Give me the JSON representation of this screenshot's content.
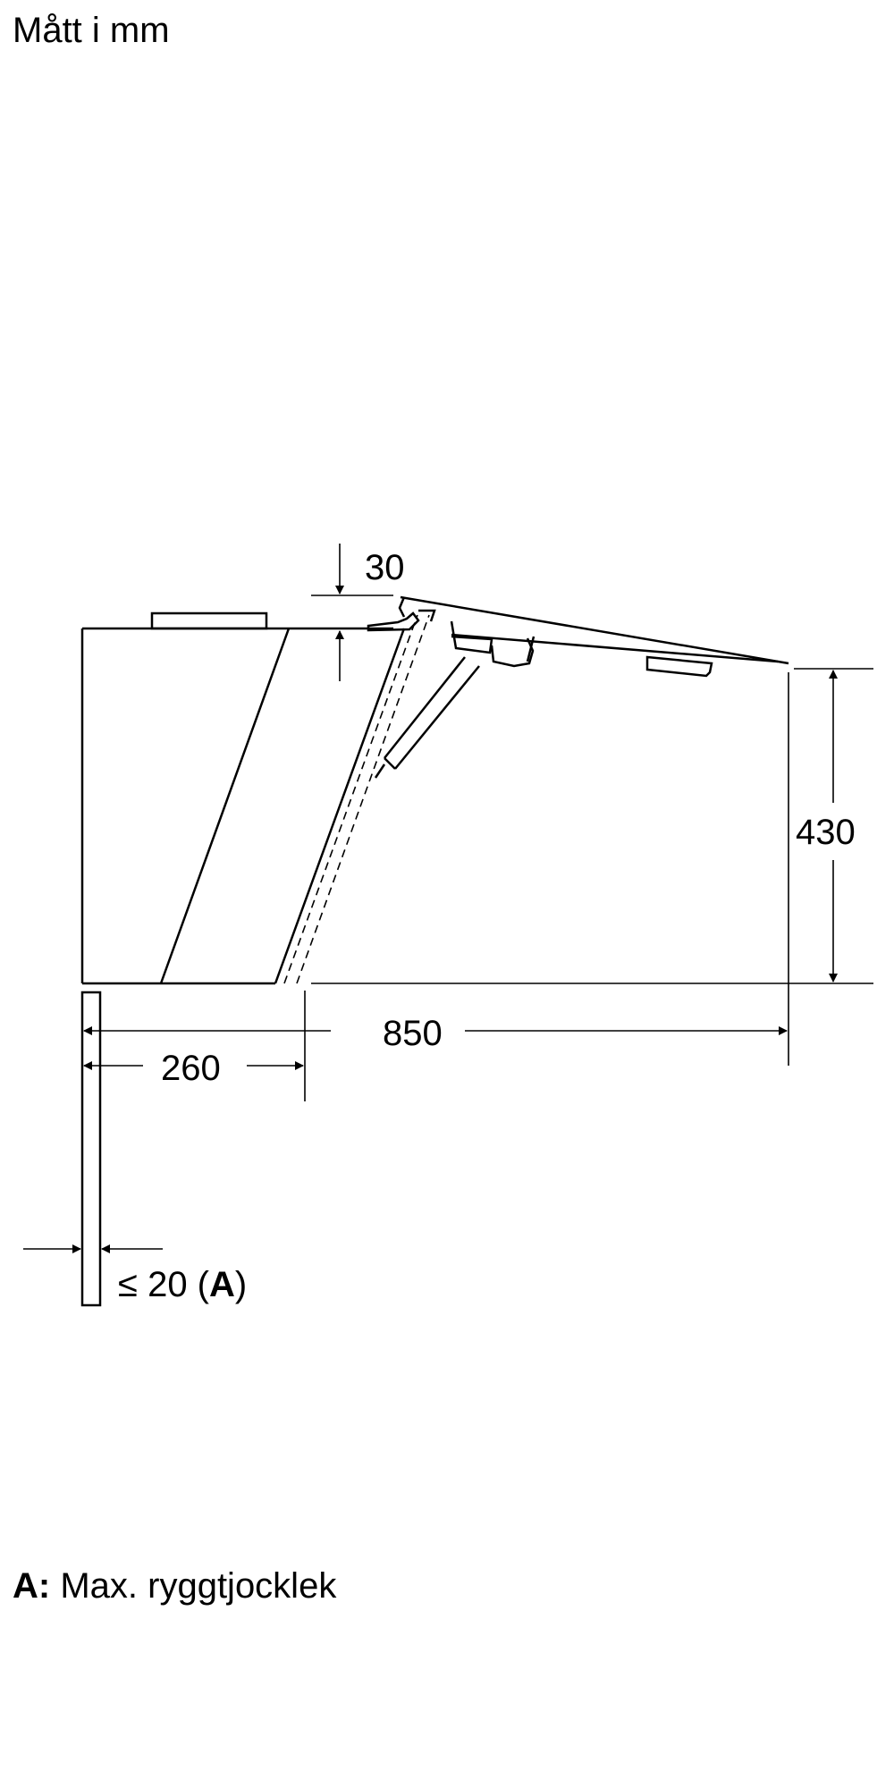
{
  "title": "Mått i mm",
  "dimensions": {
    "gap_top": "30",
    "height": "430",
    "depth": "850",
    "front_offset": "260",
    "back_thickness_prefix": "≤ 20 (",
    "back_thickness_key": "A",
    "back_thickness_suffix": ")"
  },
  "legend": {
    "key": "A:",
    "text": " Max. ryggtjocklek"
  }
}
